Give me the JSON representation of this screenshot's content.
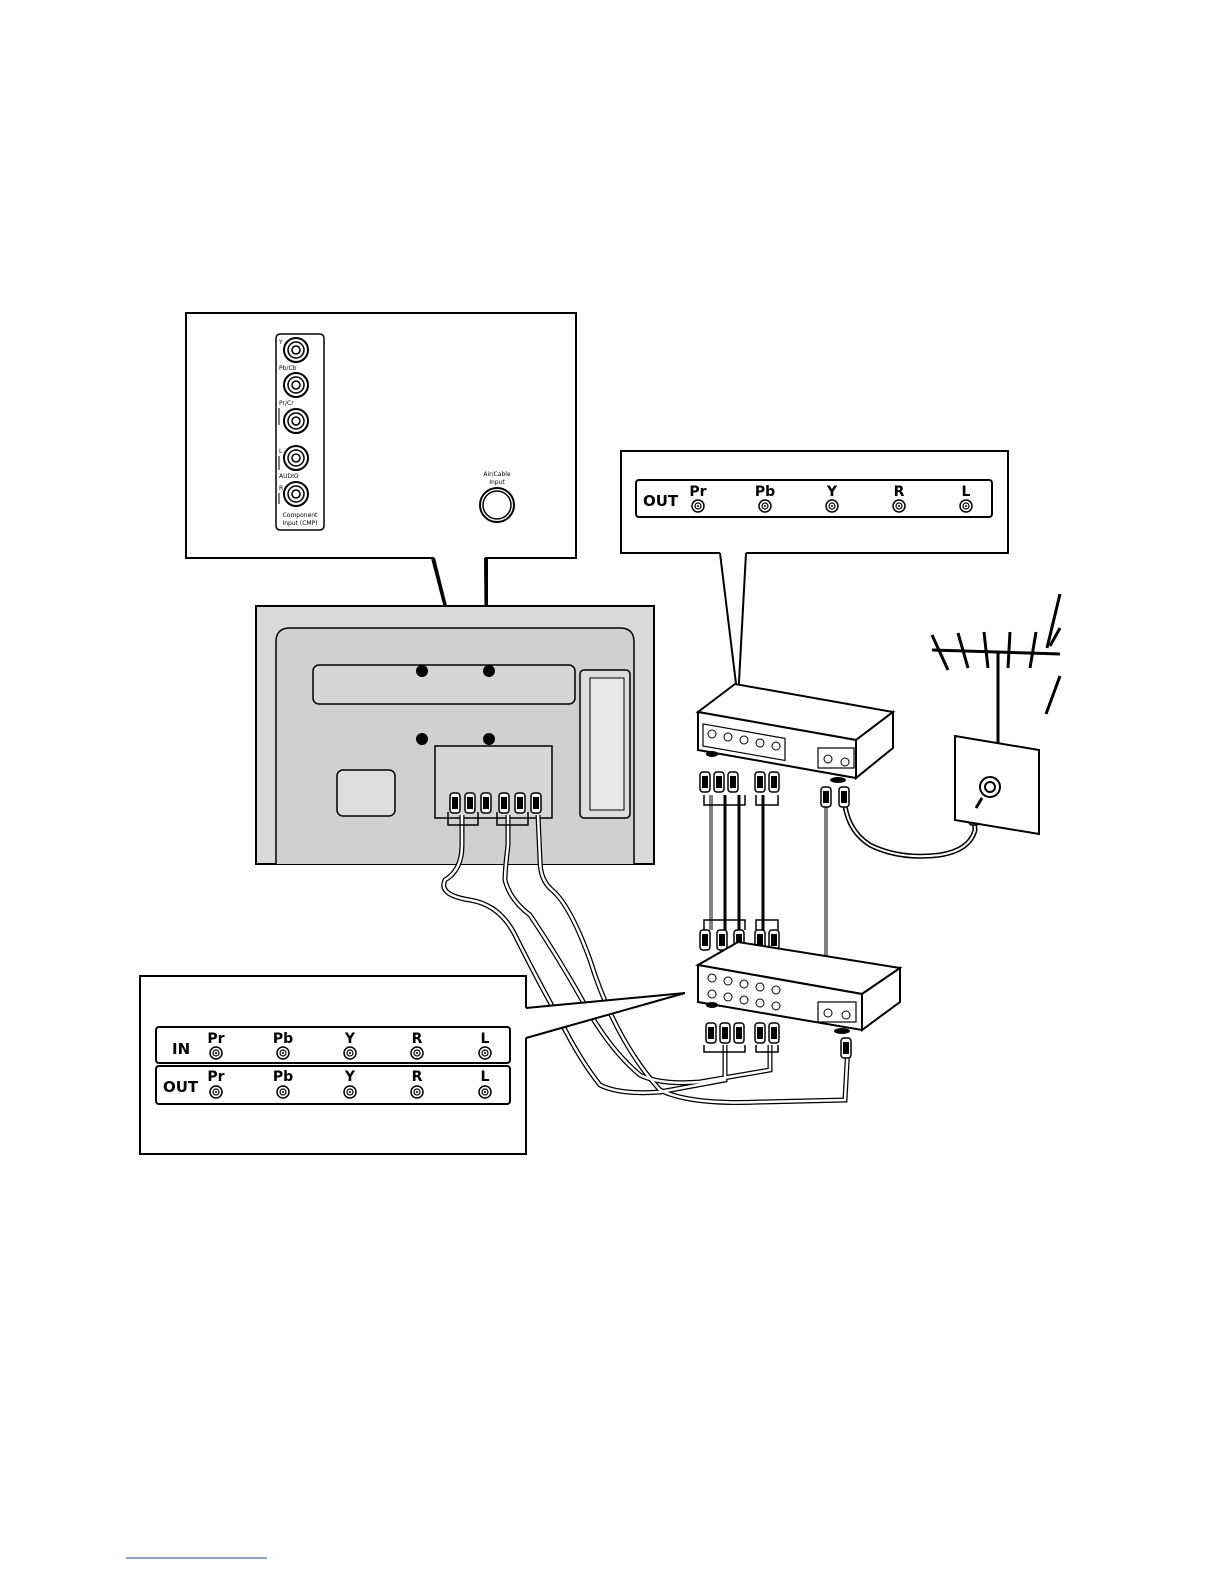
{
  "tv_panel": {
    "y_label": "Y",
    "pb_label": "Pb/Cb",
    "pr_label": "Pr/Cr",
    "audio_l_label": "L",
    "audio_label": "AUDIO",
    "audio_r_label": "R",
    "component_label_1": "Component",
    "component_label_2": "Input (CMP)",
    "air_label_1": "Air/Cable",
    "air_label_2": "Input"
  },
  "source_panel": {
    "out_label": "OUT",
    "jacks": [
      "Pr",
      "Pb",
      "Y",
      "R",
      "L"
    ]
  },
  "vcr_panel": {
    "in_label": "IN",
    "out_label": "OUT",
    "jacks": [
      "Pr",
      "Pb",
      "Y",
      "R",
      "L"
    ]
  }
}
